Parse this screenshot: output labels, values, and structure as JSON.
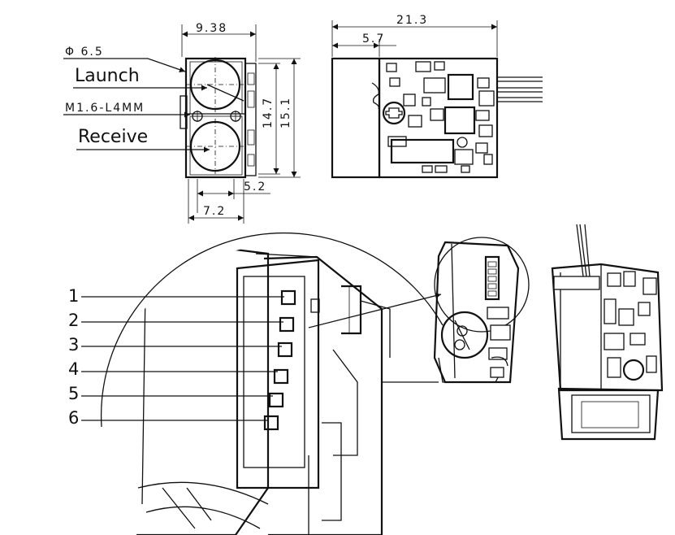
{
  "front_view": {
    "dim_width": "9.38",
    "dim_lens_diameter": "Φ 6.5",
    "label_launch": "Launch",
    "dim_screw": "M1.6-L4MM",
    "label_receive": "Receive",
    "dim_inner_height": "14.7",
    "dim_outer_height": "15.1",
    "dim_bottom_inner": "5.2",
    "dim_bottom_width": "7.2"
  },
  "side_view": {
    "dim_length": "21.3",
    "dim_offset": "5.7"
  },
  "connector_detail": {
    "pins": [
      "1",
      "2",
      "3",
      "4",
      "5",
      "6"
    ]
  }
}
